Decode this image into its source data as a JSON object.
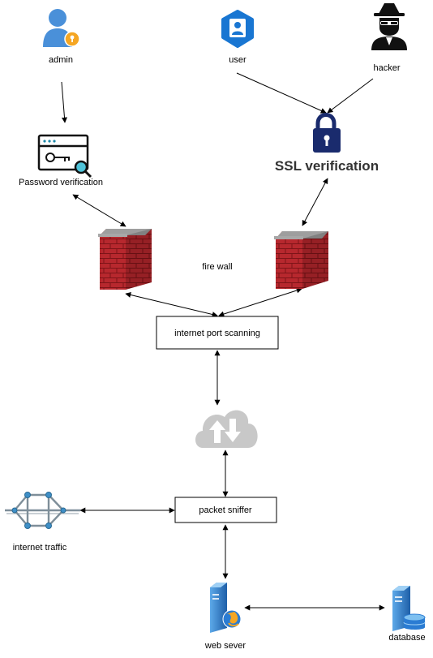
{
  "nodes": {
    "admin": {
      "label": "admin",
      "icon": "admin-user-icon"
    },
    "user": {
      "label": "user",
      "icon": "user-badge-icon"
    },
    "hacker": {
      "label": "hacker",
      "icon": "hacker-icon"
    },
    "password_verification": {
      "label": "Password verification",
      "icon": "password-key-search-icon"
    },
    "ssl_verification": {
      "label": "SSL verification",
      "icon": "padlock-icon"
    },
    "firewall": {
      "label": "fire wall",
      "icon": "firewall-brick-icon"
    },
    "port_scanning": {
      "label": "internet port scanning"
    },
    "cloud": {
      "icon": "cloud-upload-download-icon"
    },
    "packet_sniffer": {
      "label": "packet sniffer"
    },
    "internet_traffic": {
      "label": "internet traffic",
      "icon": "network-mesh-icon"
    },
    "web_server": {
      "label": "web sever",
      "icon": "web-server-icon"
    },
    "database": {
      "label": "database",
      "icon": "database-server-icon"
    }
  },
  "colors": {
    "user_blue": "#1976D2",
    "admin_blue": "#4A90D9",
    "brick_red": "#B7282E",
    "brick_cap": "#9E9E9E",
    "lock_navy": "#1A2B6D",
    "cloud_grey": "#C8C8C8",
    "mesh_teal": "#5B8FA8",
    "server_blue": "#2B7CD3"
  }
}
